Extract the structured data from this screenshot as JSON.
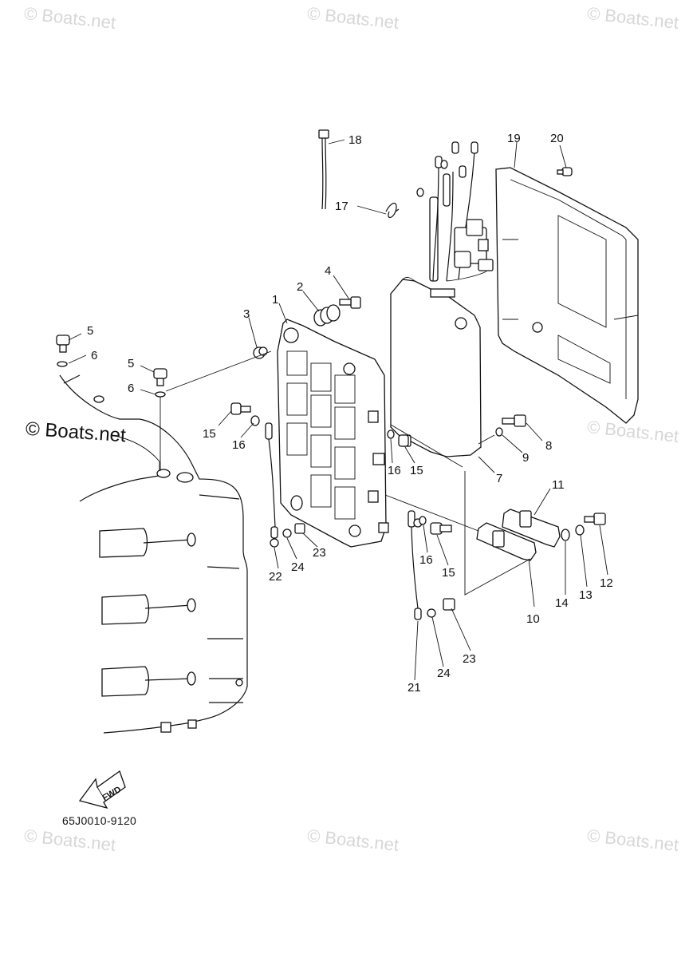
{
  "watermarks": [
    {
      "text": "© Boats.net"
    },
    {
      "text": "© Boats.net"
    },
    {
      "text": "© Boats.net"
    },
    {
      "text": "© Boats.net"
    },
    {
      "text": "© Boats.net"
    },
    {
      "text": "© Boats.net"
    },
    {
      "text": "© Boats.net"
    },
    {
      "text": "© Boats.net"
    }
  ],
  "fwd_label": "FWD",
  "part_code": "65J0010-9120",
  "callouts": [
    "1",
    "2",
    "3",
    "4",
    "5",
    "5",
    "6",
    "6",
    "7",
    "8",
    "9",
    "10",
    "11",
    "12",
    "13",
    "14",
    "15",
    "15",
    "15",
    "16",
    "16",
    "16",
    "17",
    "18",
    "19",
    "20",
    "21",
    "22",
    "23",
    "23",
    "24",
    "24"
  ]
}
